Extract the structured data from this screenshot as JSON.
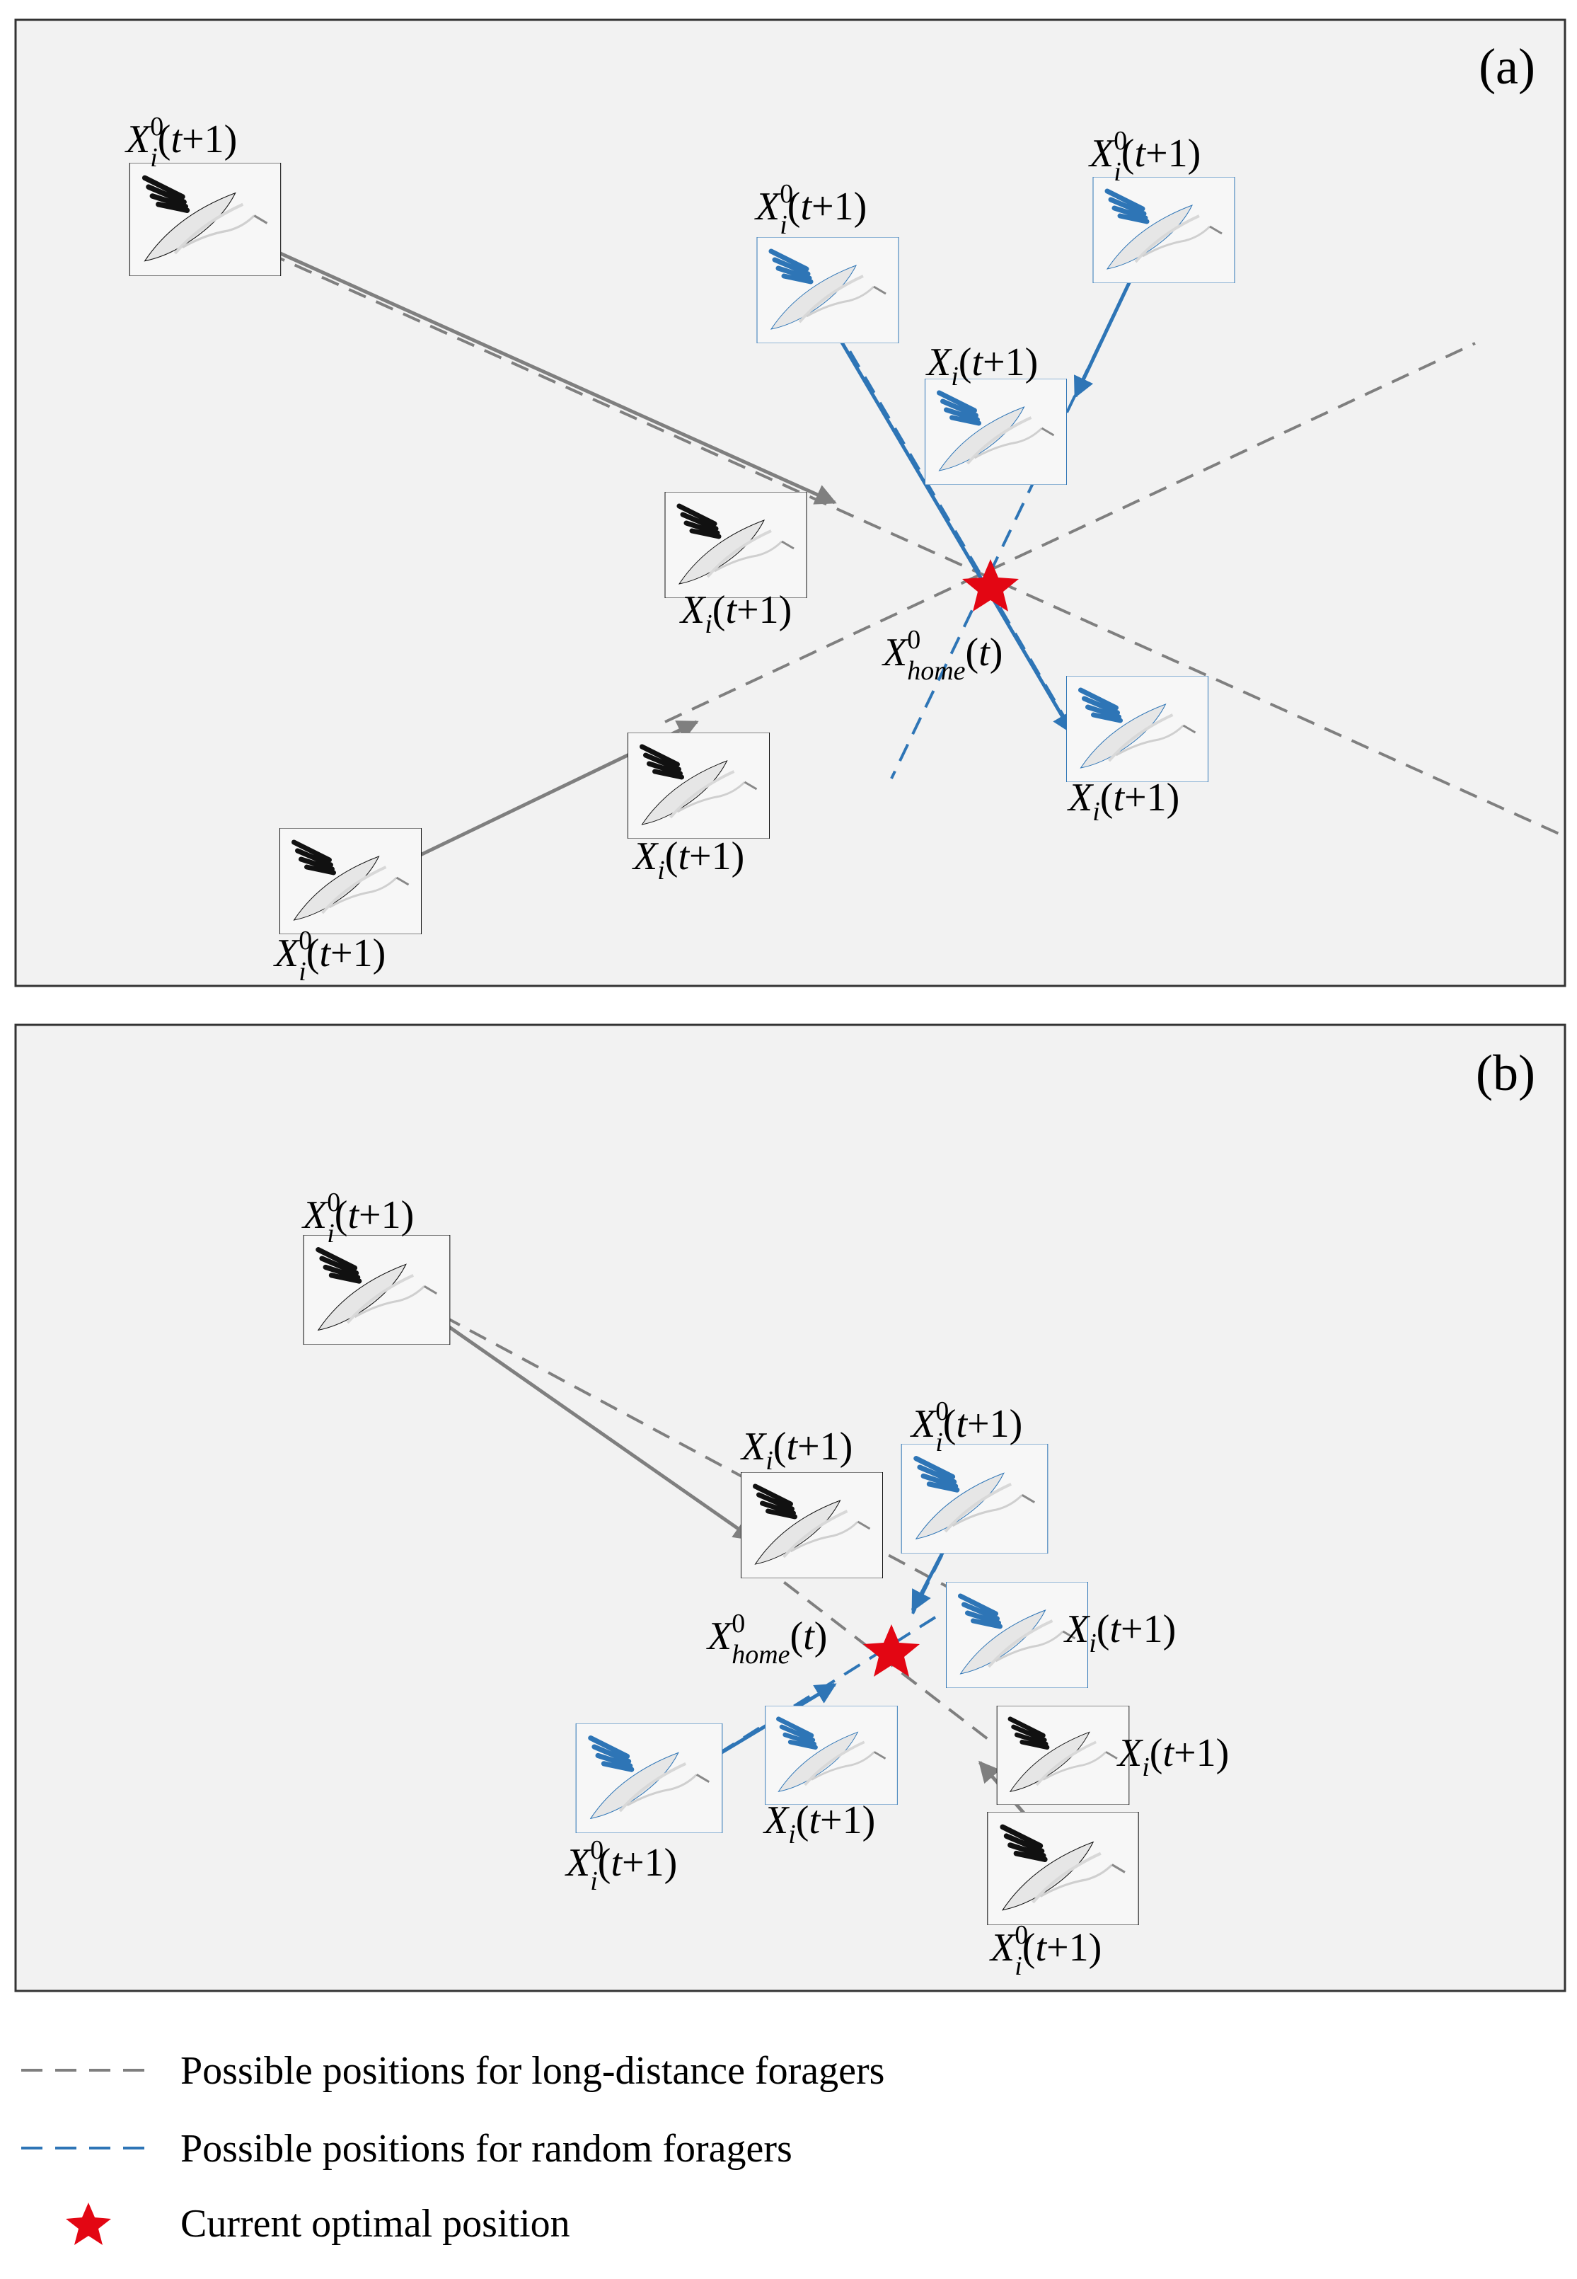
{
  "panels": [
    {
      "id": "(a)"
    },
    {
      "id": "(b)"
    }
  ],
  "label_text": {
    "x_start": {
      "base": "X",
      "sub": "i",
      "sup": "0",
      "tail": "(t+1)"
    },
    "x_next": {
      "base": "X",
      "sub": "i",
      "tail": "(t+1)"
    },
    "x_home": {
      "base": "X",
      "sub": "home",
      "sup": "0",
      "tail": "(t)"
    }
  },
  "legend": {
    "long_distance": "Possible positions for long-distance foragers",
    "random": "Possible positions for random foragers",
    "optimal": "Current optimal position"
  },
  "colors": {
    "panel_bg": "#f2f2f2",
    "border": "#333333",
    "gray_line": "#7f7f7f",
    "blue_line": "#2e75b6",
    "star": "#e30613"
  },
  "icons": [
    "crane-icon",
    "star-icon"
  ]
}
